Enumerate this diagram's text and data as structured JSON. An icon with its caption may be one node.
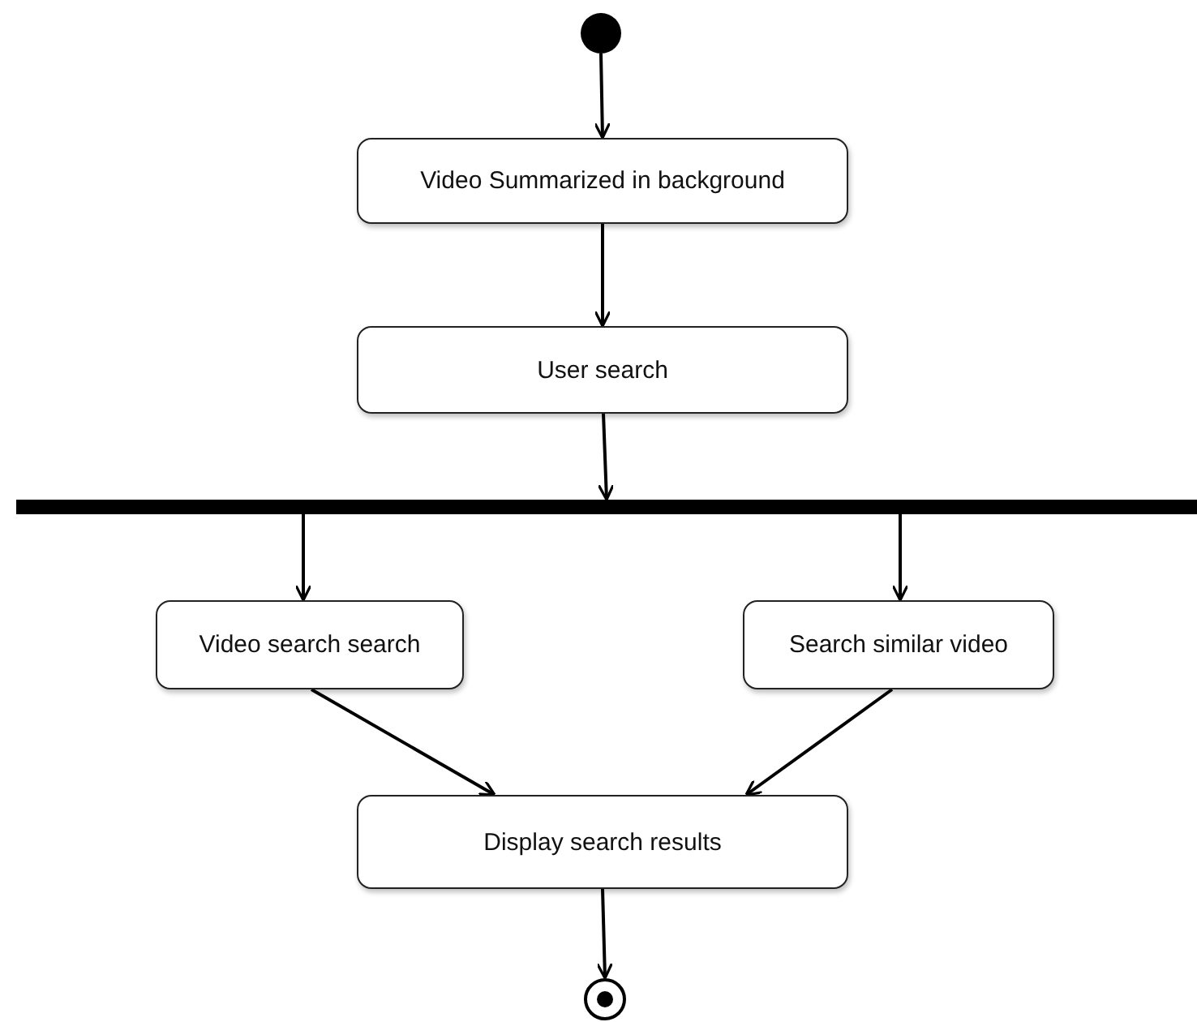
{
  "diagram": {
    "nodes": [
      {
        "text": [],
        "shape": "circle"
      },
      {
        "text": [
          "Video Summarized in background"
        ]
      },
      {
        "text": [
          "User search"
        ]
      },
      {
        "text": [],
        "shape": "bar"
      },
      {
        "text": [
          "Video search search"
        ]
      },
      {
        "text": [
          "Search similar video"
        ]
      },
      {
        "text": [
          "Display search results"
        ]
      },
      {
        "text": [],
        "shape": "bullseye"
      }
    ],
    "edges": [
      {
        "from": 0,
        "to": 1,
        "arrow": "to"
      },
      {
        "from": 1,
        "to": 2,
        "arrow": "to"
      },
      {
        "from": 2,
        "to": 3,
        "arrow": "to"
      },
      {
        "from": 3,
        "to": 4,
        "arrow": "to"
      },
      {
        "from": 3,
        "to": 5,
        "arrow": "to"
      },
      {
        "from": 4,
        "to": 6,
        "arrow": "to"
      },
      {
        "from": 5,
        "to": 6,
        "arrow": "to"
      },
      {
        "from": 6,
        "to": 7,
        "arrow": "to"
      }
    ]
  }
}
